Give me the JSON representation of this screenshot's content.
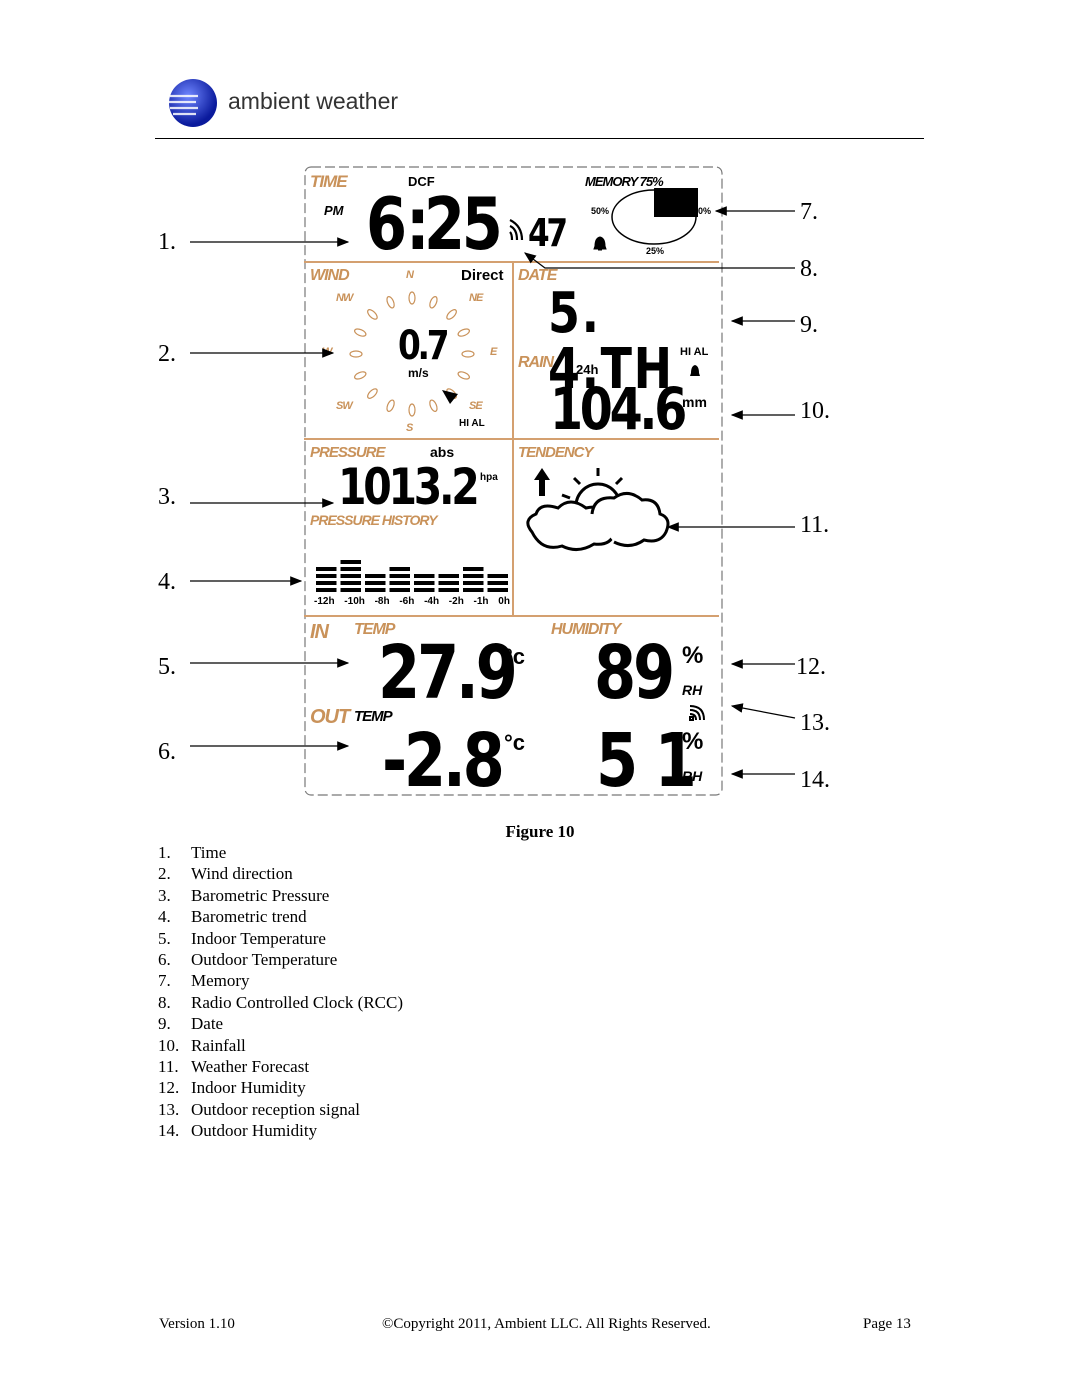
{
  "header": {
    "brand": "ambient weather"
  },
  "display": {
    "time": {
      "label": "TIME",
      "dcf": "DCF",
      "ampm": "PM",
      "hours": "6",
      "minutes": "25",
      "seconds": "47"
    },
    "memory": {
      "label": "MEMORY",
      "pct75": "75%",
      "pct50": "50%",
      "pct0": "0%",
      "pct25": "25%",
      "level": 0.75
    },
    "wind": {
      "label": "WIND",
      "N": "N",
      "NE": "NE",
      "E": "E",
      "SE": "SE",
      "S": "S",
      "SW": "SW",
      "W": "W",
      "NW": "NW",
      "direct": "Direct",
      "speed": "0.7",
      "unit": "m/s",
      "hial": "HI AL"
    },
    "date": {
      "label": "DATE",
      "value": "5.  4.TH"
    },
    "rain": {
      "label": "RAIN",
      "period": "24h",
      "hial": "HI AL",
      "value": "104.6",
      "unit": "mm"
    },
    "pressure": {
      "label": "PRESSURE",
      "mode": "abs",
      "value": "1013.2",
      "unit": "hpa",
      "history_label": "PRESSURE HISTORY",
      "history_ticks": [
        "-12h",
        "-10h",
        "-8h",
        "-6h",
        "-4h",
        "-2h",
        "-1h",
        "0h"
      ],
      "history_levels": [
        4,
        5,
        3,
        4,
        3,
        3,
        4,
        3
      ]
    },
    "tendency": {
      "label": "TENDENCY"
    },
    "indoor": {
      "label": "IN",
      "temp_label": "TEMP",
      "humidity_label": "HUMIDITY",
      "temp": "27.9",
      "temp_unit": "°c",
      "humidity": "89",
      "hum_unit": "%",
      "rh": "RH"
    },
    "outdoor": {
      "label": "OUT",
      "temp_label": "TEMP",
      "temp": "-2.8",
      "temp_unit": "°c",
      "humidity": "51",
      "hum_unit": "%",
      "rh": "RH"
    }
  },
  "callouts_left": [
    "1.",
    "2.",
    "3.",
    "4.",
    "5.",
    "6."
  ],
  "callouts_right": [
    "7.",
    "8.",
    "9.",
    "10.",
    "11.",
    "12.",
    "13.",
    "14."
  ],
  "caption": "Figure 10",
  "legend": [
    {
      "n": "1.",
      "text": "Time"
    },
    {
      "n": "2.",
      "text": "Wind direction"
    },
    {
      "n": "3.",
      "text": "Barometric Pressure"
    },
    {
      "n": "4.",
      "text": "Barometric trend"
    },
    {
      "n": "5.",
      "text": "Indoor Temperature"
    },
    {
      "n": "6.",
      "text": "Outdoor Temperature"
    },
    {
      "n": "7.",
      "text": "Memory"
    },
    {
      "n": "8.",
      "text": "Radio Controlled Clock (RCC)"
    },
    {
      "n": "9.",
      "text": "Date"
    },
    {
      "n": "10.",
      "text": "Rainfall"
    },
    {
      "n": "11.",
      "text": "Weather Forecast"
    },
    {
      "n": "12.",
      "text": "Indoor Humidity"
    },
    {
      "n": "13.",
      "text": "Outdoor reception signal"
    },
    {
      "n": "14.",
      "text": "Outdoor Humidity"
    }
  ],
  "footer": {
    "version": "Version 1.10",
    "copyright": "©Copyright 2011, Ambient LLC. All Rights Reserved.",
    "page": "Page 13"
  }
}
